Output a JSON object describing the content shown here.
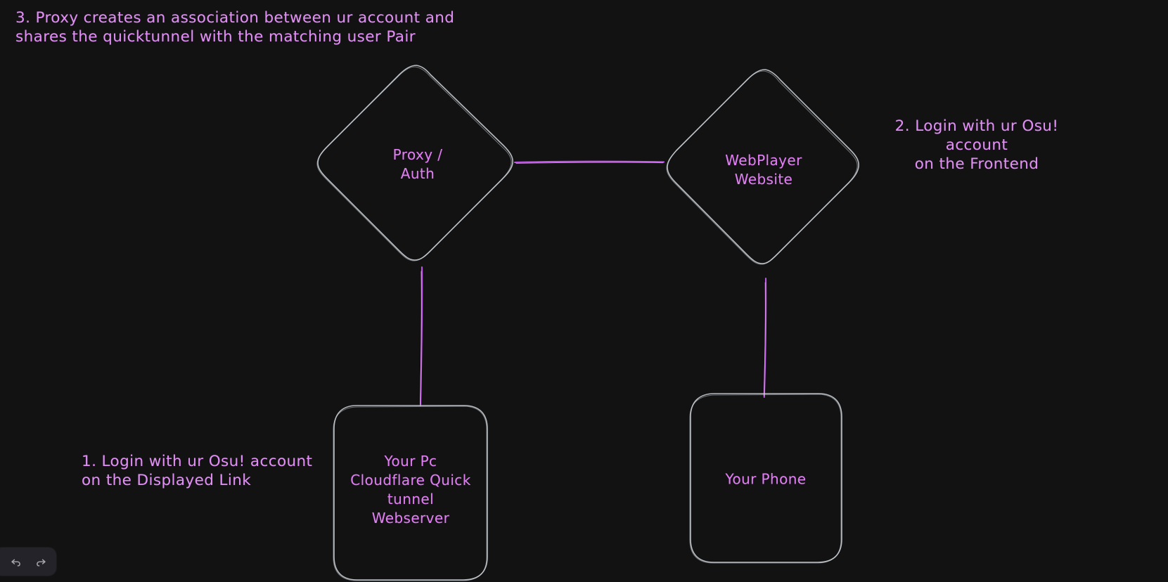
{
  "canvas": {
    "background_color": "#121212",
    "stroke_color": "#ced4da",
    "accent_color": "#c056e8",
    "text_color": "#e08ff3"
  },
  "notes": [
    {
      "id": "note-1",
      "text": "1. Login with ur Osu! account\non the Displayed Link",
      "align": "left"
    },
    {
      "id": "note-2",
      "text": "2. Login with ur Osu! account\non the Frontend",
      "align": "center"
    },
    {
      "id": "note-3",
      "text": "3. Proxy creates an association between ur account and\nshares the quicktunnel with the matching user Pair",
      "align": "left"
    }
  ],
  "nodes": [
    {
      "id": "proxy-auth",
      "shape": "diamond",
      "label": "Proxy /\nAuth"
    },
    {
      "id": "webplayer-site",
      "shape": "diamond",
      "label": "WebPlayer\nWebsite"
    },
    {
      "id": "your-pc",
      "shape": "rectangle",
      "label": "Your Pc\nCloudflare Quick\ntunnel\nWebserver"
    },
    {
      "id": "your-phone",
      "shape": "rectangle",
      "label": "Your Phone"
    }
  ],
  "connections": [
    {
      "from": "proxy-auth",
      "to": "webplayer-site",
      "orientation": "horizontal"
    },
    {
      "from": "proxy-auth",
      "to": "your-pc",
      "orientation": "vertical"
    },
    {
      "from": "webplayer-site",
      "to": "your-phone",
      "orientation": "vertical"
    }
  ],
  "toolbar": {
    "undo_label": "Undo",
    "redo_label": "Redo",
    "undo_icon": "undo-arrow-icon",
    "redo_icon": "redo-arrow-icon"
  }
}
